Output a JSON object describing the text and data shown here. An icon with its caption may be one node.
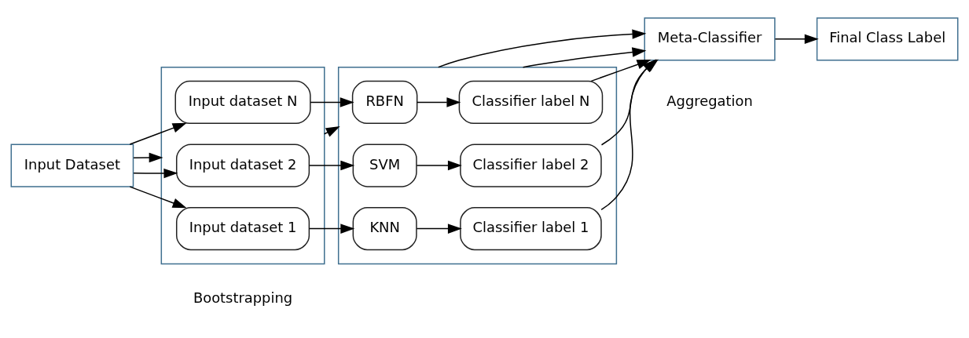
{
  "diagram": {
    "nodes": [
      {
        "text": [
          "Input Dataset"
        ]
      },
      {
        "text": [],
        "shape": "box"
      },
      {
        "text": [
          "Input dataset 1"
        ],
        "in": 1
      },
      {
        "text": [
          "Input dataset 2"
        ],
        "in": 1
      },
      {
        "text": [
          "Input dataset N"
        ],
        "in": 1
      },
      {
        "text": [],
        "shape": "box"
      },
      {
        "text": [
          "KNN"
        ],
        "in": 5
      },
      {
        "text": [
          "SVM"
        ],
        "in": 5
      },
      {
        "text": [
          "RBFN"
        ],
        "in": 5
      },
      {
        "text": [
          "Classifier label 1"
        ],
        "in": 5
      },
      {
        "text": [
          "Classifier label 2"
        ],
        "in": 5
      },
      {
        "text": [
          "Classifier label N"
        ],
        "in": 5
      },
      {
        "text": [
          "Meta-Classifier"
        ]
      },
      {
        "text": [
          "Final Class Label"
        ]
      }
    ],
    "edges": [
      {
        "from": 0,
        "to": 2,
        "arrow": "to"
      },
      {
        "from": 0,
        "to": 3,
        "arrow": "to"
      },
      {
        "from": 0,
        "to": 1,
        "arrow": "to"
      },
      {
        "from": 0,
        "to": 4,
        "arrow": "to"
      },
      {
        "from": 2,
        "to": 6,
        "arrow": "to"
      },
      {
        "from": 3,
        "to": 7,
        "arrow": "to"
      },
      {
        "from": 1,
        "to": 5,
        "arrow": "to"
      },
      {
        "from": 4,
        "to": 8,
        "arrow": "to"
      },
      {
        "from": 6,
        "to": 9,
        "arrow": "to"
      },
      {
        "from": 7,
        "to": 10,
        "arrow": "to"
      },
      {
        "from": 8,
        "to": 11,
        "arrow": "to"
      },
      {
        "from": 9,
        "to": 12,
        "arrow": "to"
      },
      {
        "from": 10,
        "to": 12,
        "arrow": "to"
      },
      {
        "from": 5,
        "to": 12,
        "arrow": "to"
      },
      {
        "from": 5,
        "to": 12,
        "arrow": "to"
      },
      {
        "from": 11,
        "to": 12,
        "arrow": "to"
      },
      {
        "from": 12,
        "to": 13,
        "arrow": "to"
      }
    ],
    "labels": [
      "Bootstrapping",
      "Aggregation"
    ]
  }
}
